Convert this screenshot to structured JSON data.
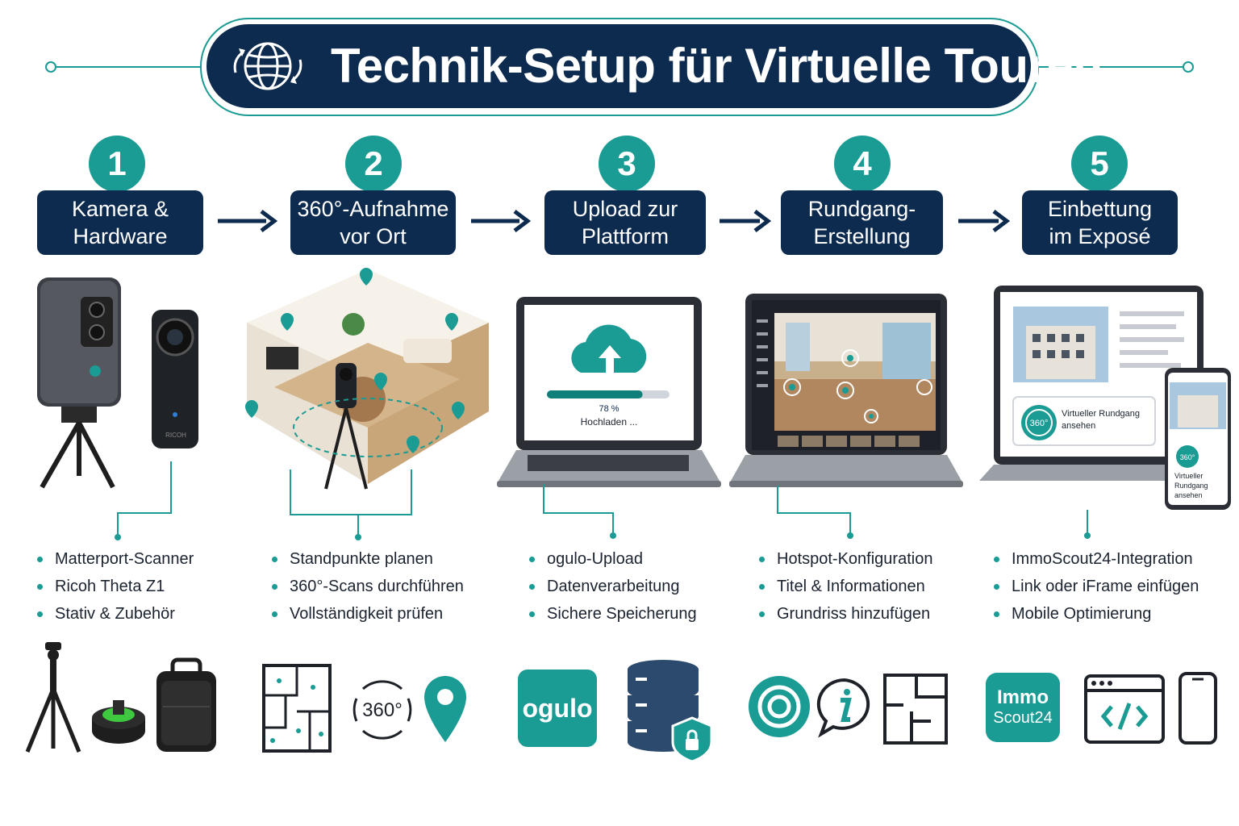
{
  "title": "Technik-Setup für Virtuelle Touren",
  "colors": {
    "navy": "#0d2a4f",
    "teal": "#1a9b93"
  },
  "icons": {
    "title": "globe-rotate-icon"
  },
  "steps": [
    {
      "number": "1",
      "label": "Kamera &\nHardware",
      "bullets": [
        "Matterport-Scanner",
        "Ricoh Theta Z1",
        "Stativ & Zubehör"
      ],
      "tools": [
        "tripod-icon",
        "leveling-base-icon",
        "camera-bag-icon"
      ]
    },
    {
      "number": "2",
      "label": "360°-Aufnahme\nvor Ort",
      "bullets": [
        "Standpunkte planen",
        "360°-Scans durchführen",
        "Vollständigkeit prüfen"
      ],
      "tools": [
        "floorplan-icon",
        "360-icon",
        "location-pin-icon"
      ]
    },
    {
      "number": "3",
      "label": "Upload zur\nPlattform",
      "bullets": [
        "ogulo-Upload",
        "Datenverarbeitung",
        "Sichere Speicherung"
      ],
      "tools": [
        "ogulo-logo",
        "database-lock-icon"
      ]
    },
    {
      "number": "4",
      "label": "Rundgang-\nErstellung",
      "bullets": [
        "Hotspot-Konfiguration",
        "Titel & Informationen",
        "Grundriss hinzufügen"
      ],
      "tools": [
        "target-icon",
        "info-bubble-icon",
        "floorplan-icon"
      ]
    },
    {
      "number": "5",
      "label": "Einbettung\nim Exposé",
      "bullets": [
        "ImmoScout24-Integration",
        "Link oder iFrame einfügen",
        "Mobile Optimierung"
      ],
      "tools": [
        "immoscout24-logo",
        "code-window-icon",
        "smartphone-icon"
      ]
    }
  ],
  "illustrations": {
    "camera_brand": "RICOH",
    "upload": {
      "percent_label": "78 %",
      "progress": 0.78,
      "status": "Hochladen ..."
    },
    "expose": {
      "badge": "360°",
      "cta": "Virtueller Rundgang ansehen",
      "cta_mobile": "Virtueller Rundgang ansehen"
    },
    "logos": {
      "ogulo": "ogulo",
      "immo_line1": "Immo",
      "immo_line2": "Scout24",
      "degree": "360°"
    }
  }
}
